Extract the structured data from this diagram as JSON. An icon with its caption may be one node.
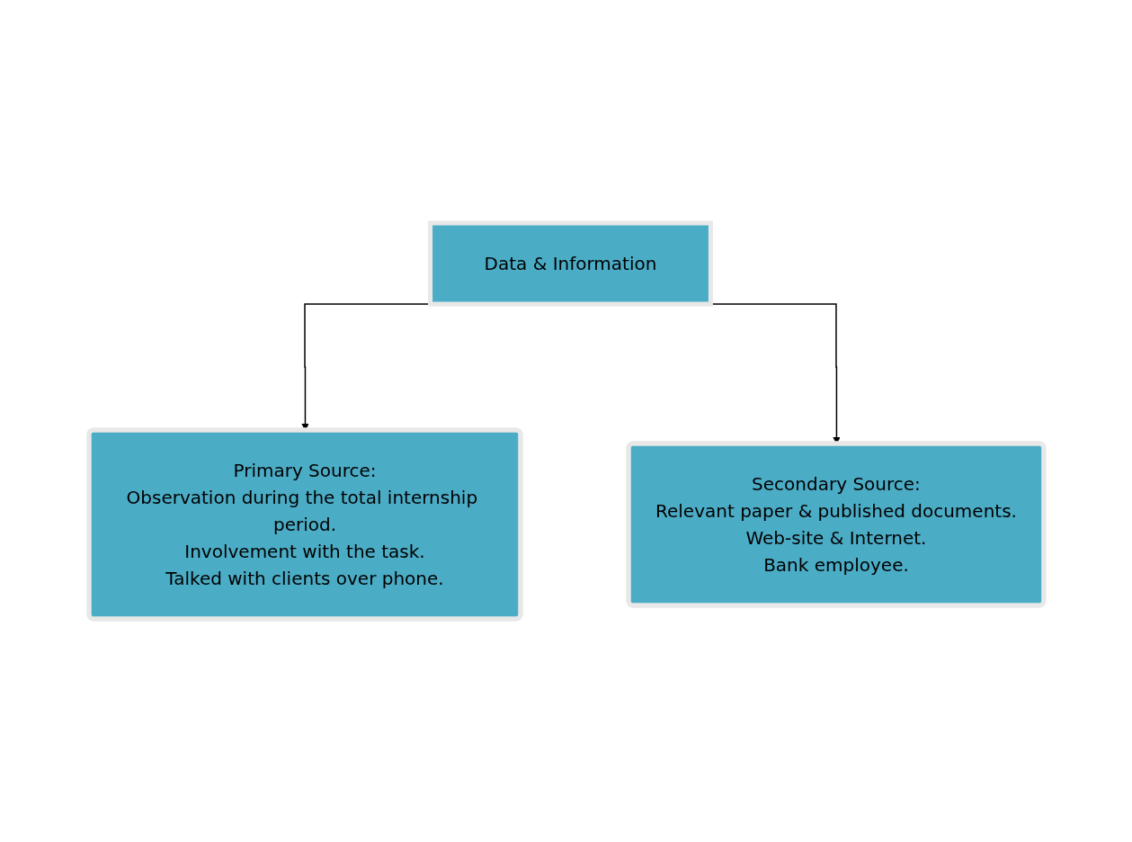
{
  "diagram": {
    "nodes": [
      {
        "text": [
          "Data & Information"
        ]
      },
      {
        "text": [
          "Primary Source:",
          "Observation during the total internship period.",
          "Involvement with the task.",
          "Talked with clients over phone."
        ]
      },
      {
        "text": [
          "Secondary Source:",
          "Relevant paper & published documents.",
          "Web-site & Internet.",
          "Bank employee."
        ]
      }
    ],
    "edges": [
      {
        "from": 0,
        "to": 1,
        "arrow": "to"
      },
      {
        "from": 0,
        "to": 2,
        "arrow": "to"
      }
    ]
  }
}
